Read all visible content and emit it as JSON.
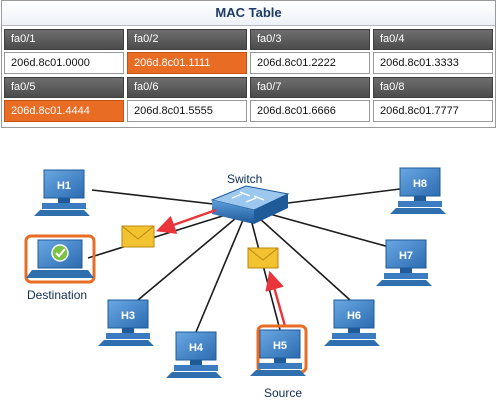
{
  "mac_table": {
    "title": "MAC Table",
    "rows": [
      [
        {
          "port": "fa0/1",
          "mac": "206d.8c01.0000",
          "highlighted": false
        },
        {
          "port": "fa0/2",
          "mac": "206d.8c01.1111",
          "highlighted": true
        },
        {
          "port": "fa0/3",
          "mac": "206d.8c01.2222",
          "highlighted": false
        },
        {
          "port": "fa0/4",
          "mac": "206d.8c01.3333",
          "highlighted": false
        }
      ],
      [
        {
          "port": "fa0/5",
          "mac": "206d.8c01.4444",
          "highlighted": true
        },
        {
          "port": "fa0/6",
          "mac": "206d.8c01.5555",
          "highlighted": false
        },
        {
          "port": "fa0/7",
          "mac": "206d.8c01.6666",
          "highlighted": false
        },
        {
          "port": "fa0/8",
          "mac": "206d.8c01.7777",
          "highlighted": false
        }
      ]
    ]
  },
  "diagram": {
    "switch_label": "Switch",
    "destination_label": "Destination",
    "source_label": "Source",
    "hosts": [
      {
        "id": "h1",
        "label": "H1",
        "type": "pc"
      },
      {
        "id": "dest",
        "label": "",
        "type": "laptop",
        "role": "destination"
      },
      {
        "id": "h3",
        "label": "H3",
        "type": "pc"
      },
      {
        "id": "h4",
        "label": "H4",
        "type": "pc"
      },
      {
        "id": "h5",
        "label": "H5",
        "type": "pc",
        "role": "source"
      },
      {
        "id": "h6",
        "label": "H6",
        "type": "pc"
      },
      {
        "id": "h7",
        "label": "H7",
        "type": "pc"
      },
      {
        "id": "h8",
        "label": "H8",
        "type": "pc"
      }
    ],
    "colors": {
      "highlight": "#e96c24",
      "arrow": "#e8343a",
      "device": "#2f6fae",
      "envelope": "#f2c230",
      "check": "#7cc242"
    }
  }
}
